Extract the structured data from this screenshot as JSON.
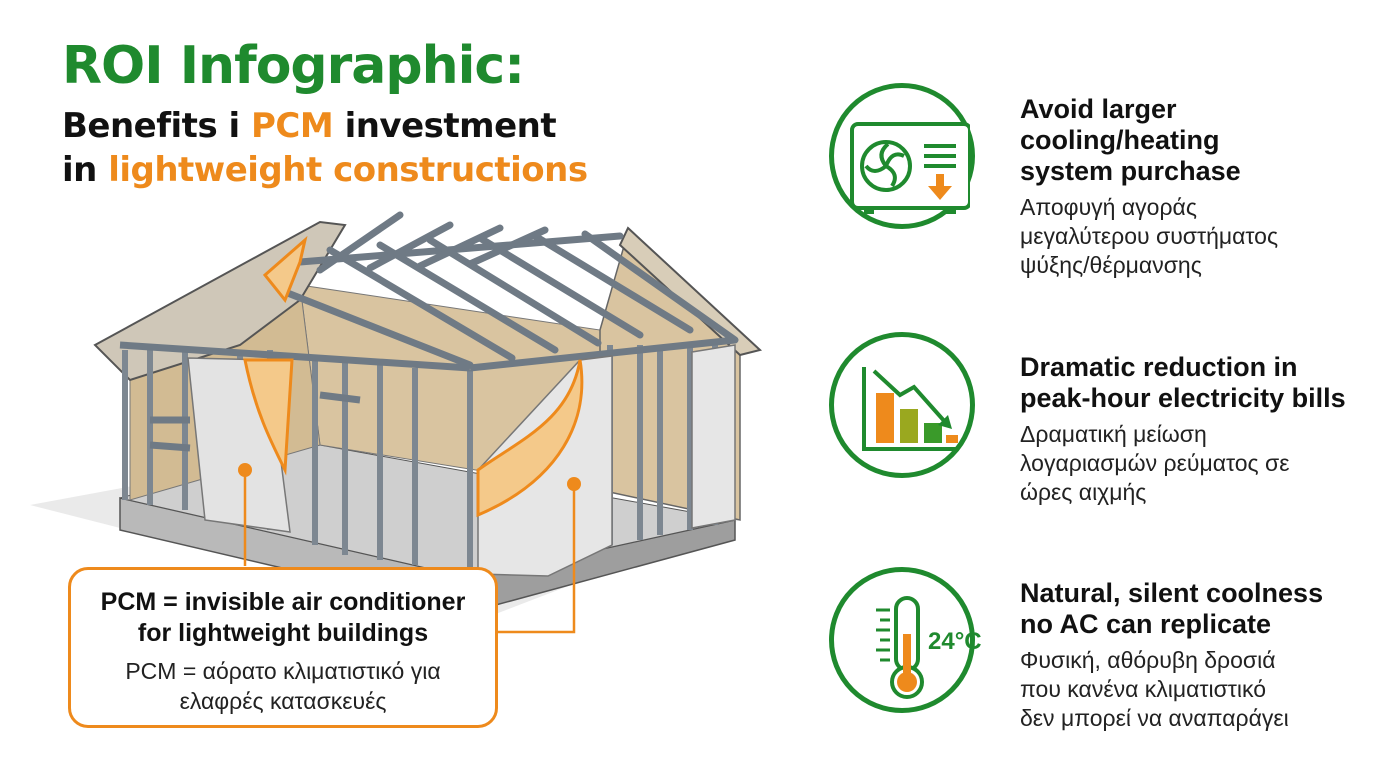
{
  "title": "ROI Infographic:",
  "subtitle": {
    "line1_pre": "Benefits i ",
    "line1_highlight": "PCM",
    "line1_post": " investment",
    "line2_pre": "in ",
    "line2_highlight": "lightweight constructions"
  },
  "callout": {
    "en_line1": "PCM = invisible air conditioner",
    "en_line2": "for lightweight buildings",
    "el_line1": "PCM = αόρατο κλιματιστικό για",
    "el_line2": "ελαφρές κατασκευές"
  },
  "benefits": [
    {
      "icon": "ac-unit-down-arrow-icon",
      "en": [
        "Avoid larger",
        "cooling/heating",
        "system purchase"
      ],
      "el": [
        "Αποφυγή αγοράς",
        "μεγαλύτερου συστήματος",
        "ψύξης/θέρμανσης"
      ]
    },
    {
      "icon": "declining-bar-chart-icon",
      "en": [
        "Dramatic reduction in",
        "peak-hour electricity bills"
      ],
      "el": [
        "Δραματική μείωση",
        "λογαριασμών ρεύματος σε",
        "ώρες αιχμής"
      ]
    },
    {
      "icon": "thermometer-icon",
      "temperature": "24°C",
      "en": [
        "Natural, silent coolness",
        "no AC can replicate"
      ],
      "el": [
        "Φυσική, αθόρυβη δροσιά",
        "που κανένα κλιματιστικό",
        "δεν μπορεί να αναπαράγει"
      ]
    }
  ],
  "colors": {
    "green": "#1f8a2e",
    "orange": "#ee8a1c",
    "bar_orange": "#ee8a1c",
    "bar_olive": "#9aa81f",
    "bar_green": "#3a9a2a"
  }
}
